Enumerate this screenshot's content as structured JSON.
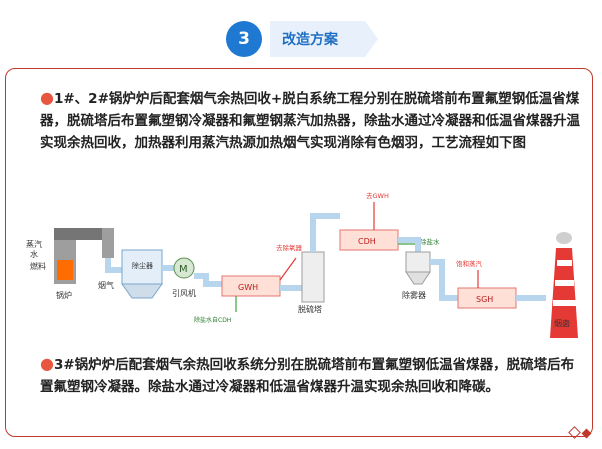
{
  "header": {
    "step_number": "3",
    "step_title": "改造方案"
  },
  "content": {
    "paragraph1": "1#、2#锅炉炉后配套烟气余热回收+脱白系统工程分别在脱硫塔前布置氟塑钢低温省煤器，脱硫塔后布置氟塑钢冷凝器和氟塑钢蒸汽加热器，除盐水通过冷凝器和低温省煤器升温实现余热回收，加热器利用蒸汽热源加热烟气实现消除有色烟羽，工艺流程如下图",
    "paragraph2": "3#锅炉炉后配套烟气余热回收系统分别在脱硫塔前布置氟塑钢低温省煤器，脱硫塔后布置氟塑钢冷凝器。除盐水通过冷凝器和低温省煤器升温实现余热回收和降碳。"
  },
  "diagram": {
    "labels": {
      "steam": "蒸汽",
      "water": "水",
      "fuel": "燃料",
      "boiler": "锅炉",
      "flue_gas": "烟气",
      "dust_collector": "除尘器",
      "fan": "引风机",
      "motor": "M",
      "gwh": "GWH",
      "to_deaerator": "去除氧器",
      "desalted_water_from_cdh": "除盐水自CDH",
      "desulfurization_tower": "脱硫塔",
      "cdh": "CDH",
      "to_gwh": "去GWH",
      "desalted_water": "除盐水",
      "demister": "除雾器",
      "saturated_steam": "饱和蒸汽",
      "sgh": "SGH",
      "chimney": "烟囱"
    },
    "colors": {
      "gas_pipe": "#b7d5ec",
      "hot_water": "#e53935",
      "green_water": "#43a047",
      "accent": "#1f78d1"
    }
  }
}
